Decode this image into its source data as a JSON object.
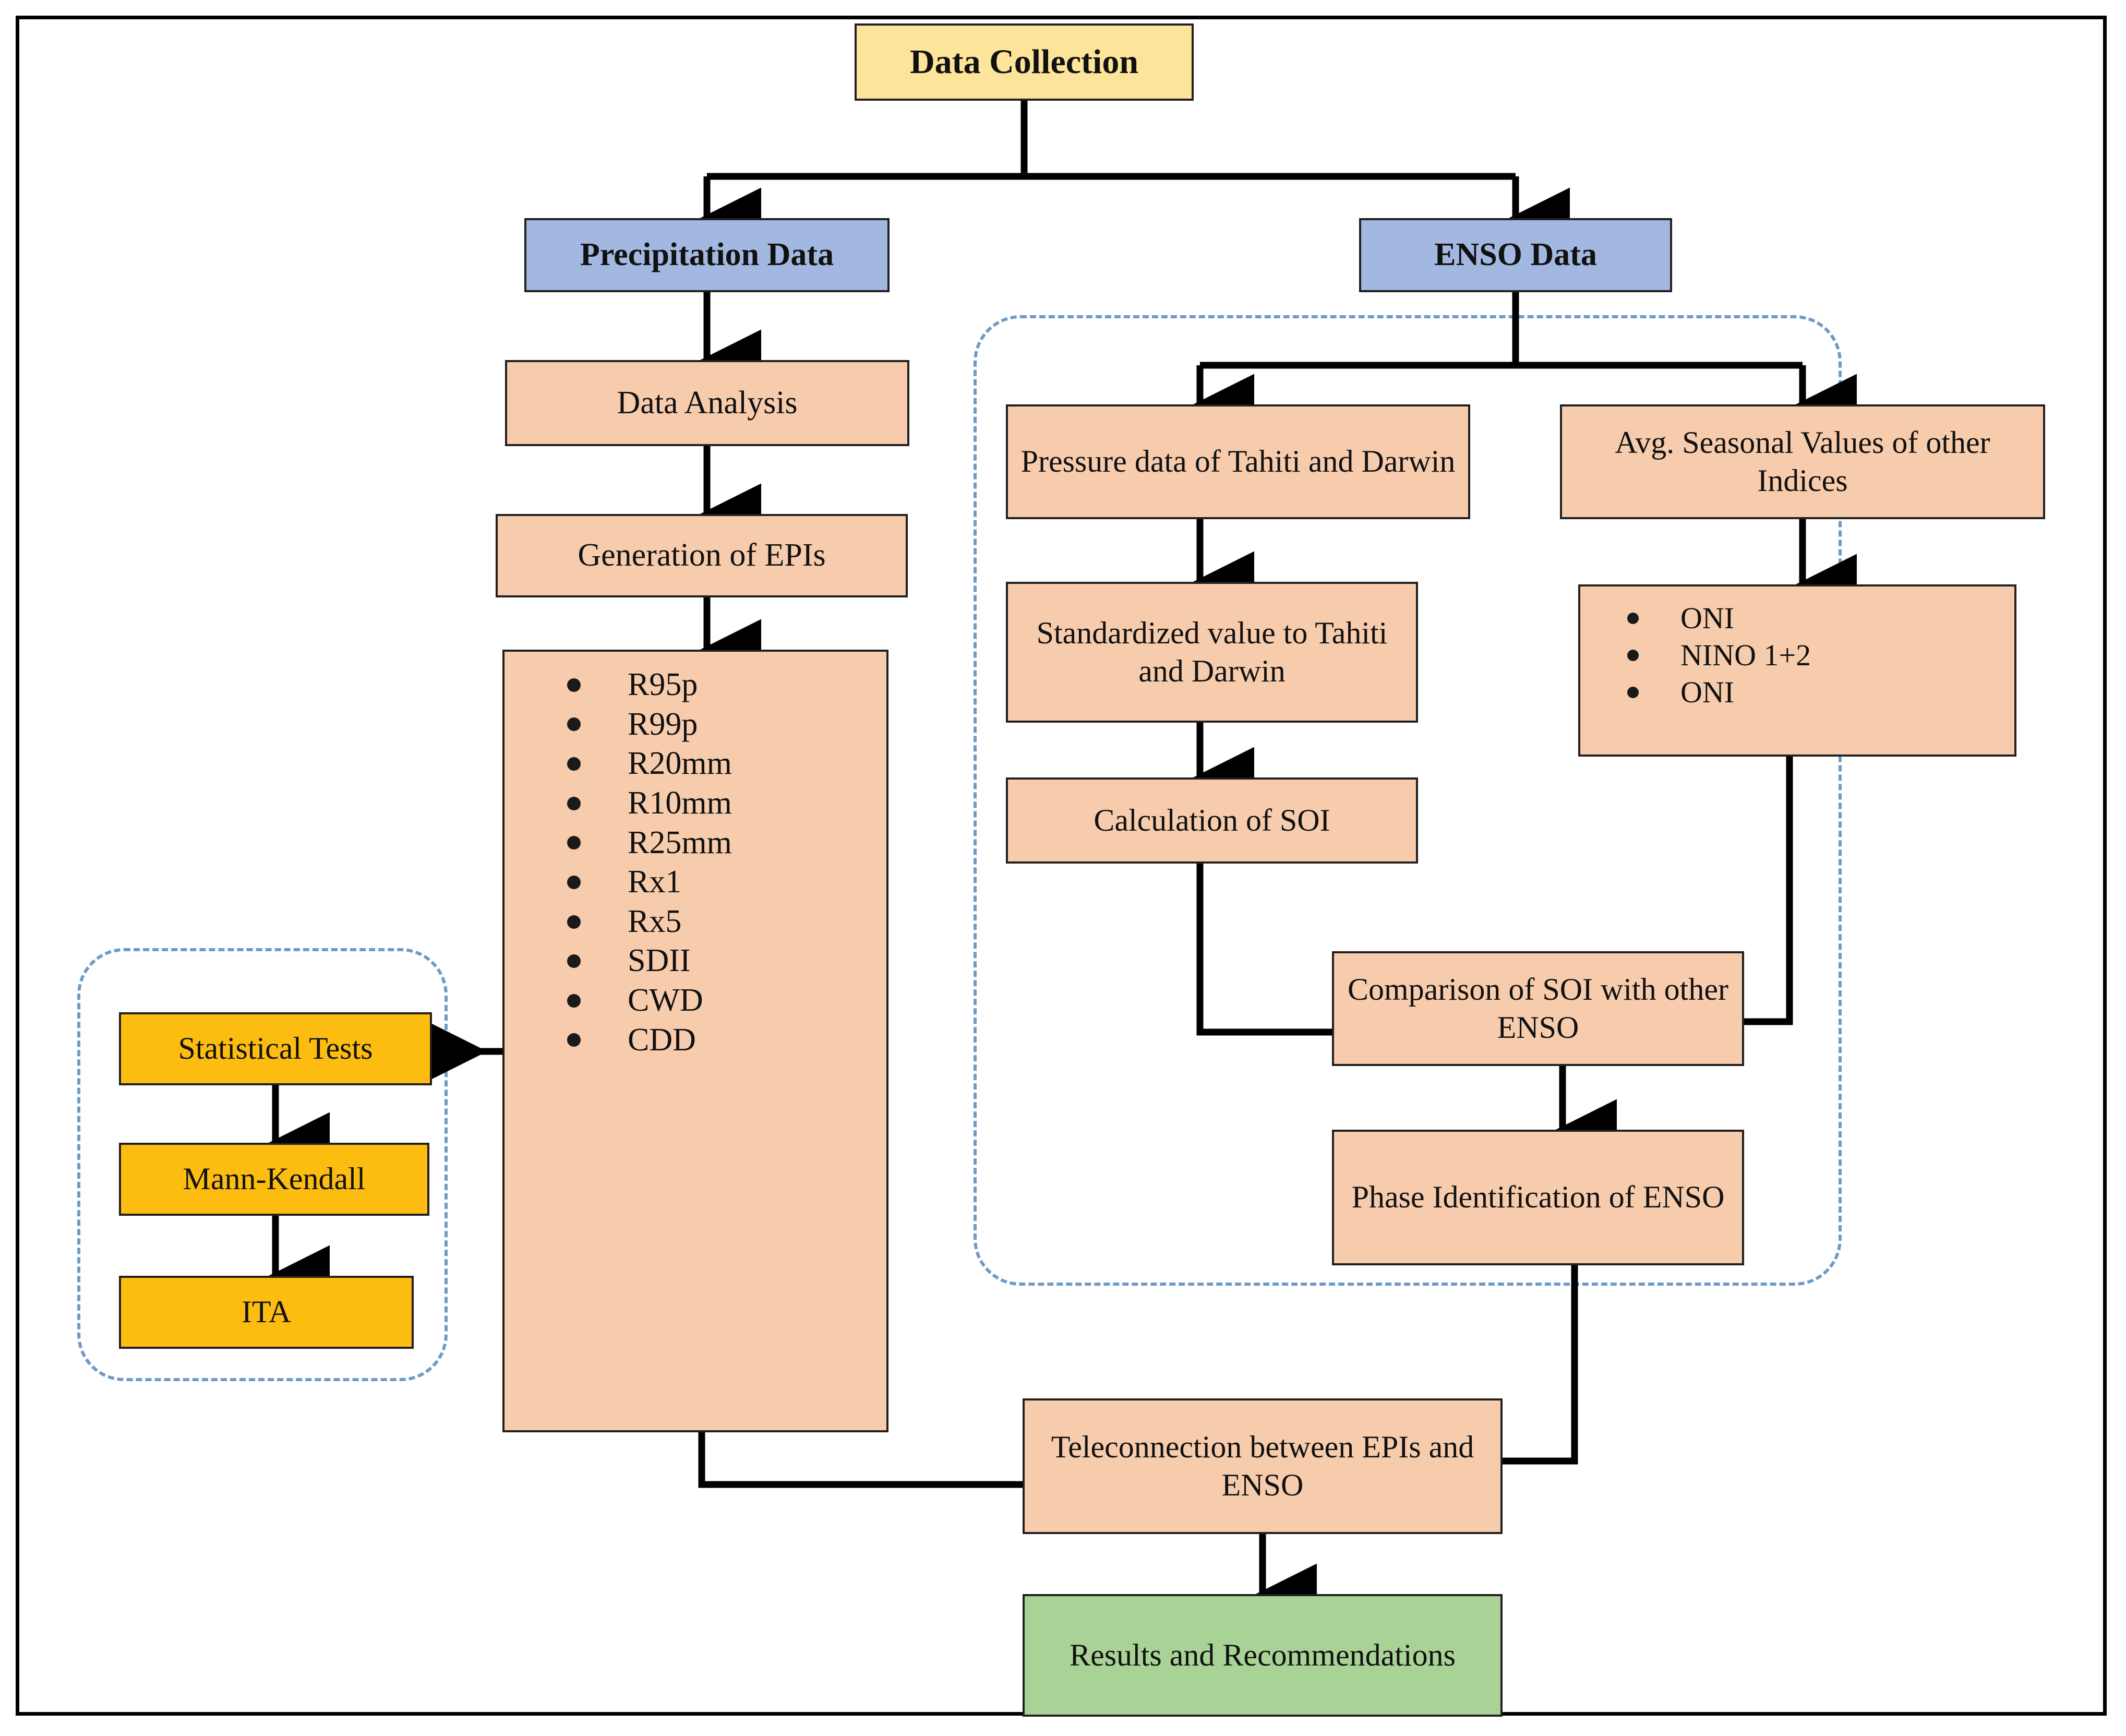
{
  "diagram": {
    "title_node": {
      "label": "Data Collection"
    },
    "branches": {
      "precipitation": {
        "label": "Precipitation Data"
      },
      "enso": {
        "label": "ENSO Data"
      }
    },
    "precipitation_chain": [
      {
        "label": "Data Analysis"
      },
      {
        "label": "Generation of EPIs"
      }
    ],
    "epi_list": {
      "items": [
        "R95p",
        "R99p",
        "R20mm",
        "R10mm",
        "R25mm",
        "Rx1",
        "Rx5",
        "SDII",
        "CWD",
        "CDD"
      ]
    },
    "statistical_group": {
      "items": [
        {
          "label": "Statistical Tests"
        },
        {
          "label": "Mann-Kendall"
        },
        {
          "label": "ITA"
        }
      ]
    },
    "enso_left_chain": [
      {
        "label": "Pressure data of Tahiti and Darwin"
      },
      {
        "label": "Standardized value to Tahiti and Darwin"
      },
      {
        "label": "Calculation of SOI"
      }
    ],
    "enso_right_chain": [
      {
        "label": "Avg. Seasonal Values of other Indices"
      }
    ],
    "indices_list": {
      "items": [
        "ONI",
        "NINO 1+2",
        "ONI"
      ]
    },
    "enso_merge": [
      {
        "label": "Comparison of SOI with other ENSO"
      },
      {
        "label": "Phase Identification of ENSO"
      }
    ],
    "teleconnection": {
      "label": "Teleconnection between EPIs and ENSO"
    },
    "results": {
      "label": "Results and Recommendations"
    },
    "colors": {
      "yellow": "#FCE49A",
      "blue": "#A3B8E0",
      "peach": "#F7CCAD",
      "gold": "#FDBD10",
      "green": "#A9D396",
      "dashed_border": "#6E9BC5",
      "connector": "#000000",
      "node_border": "#231f20"
    }
  }
}
